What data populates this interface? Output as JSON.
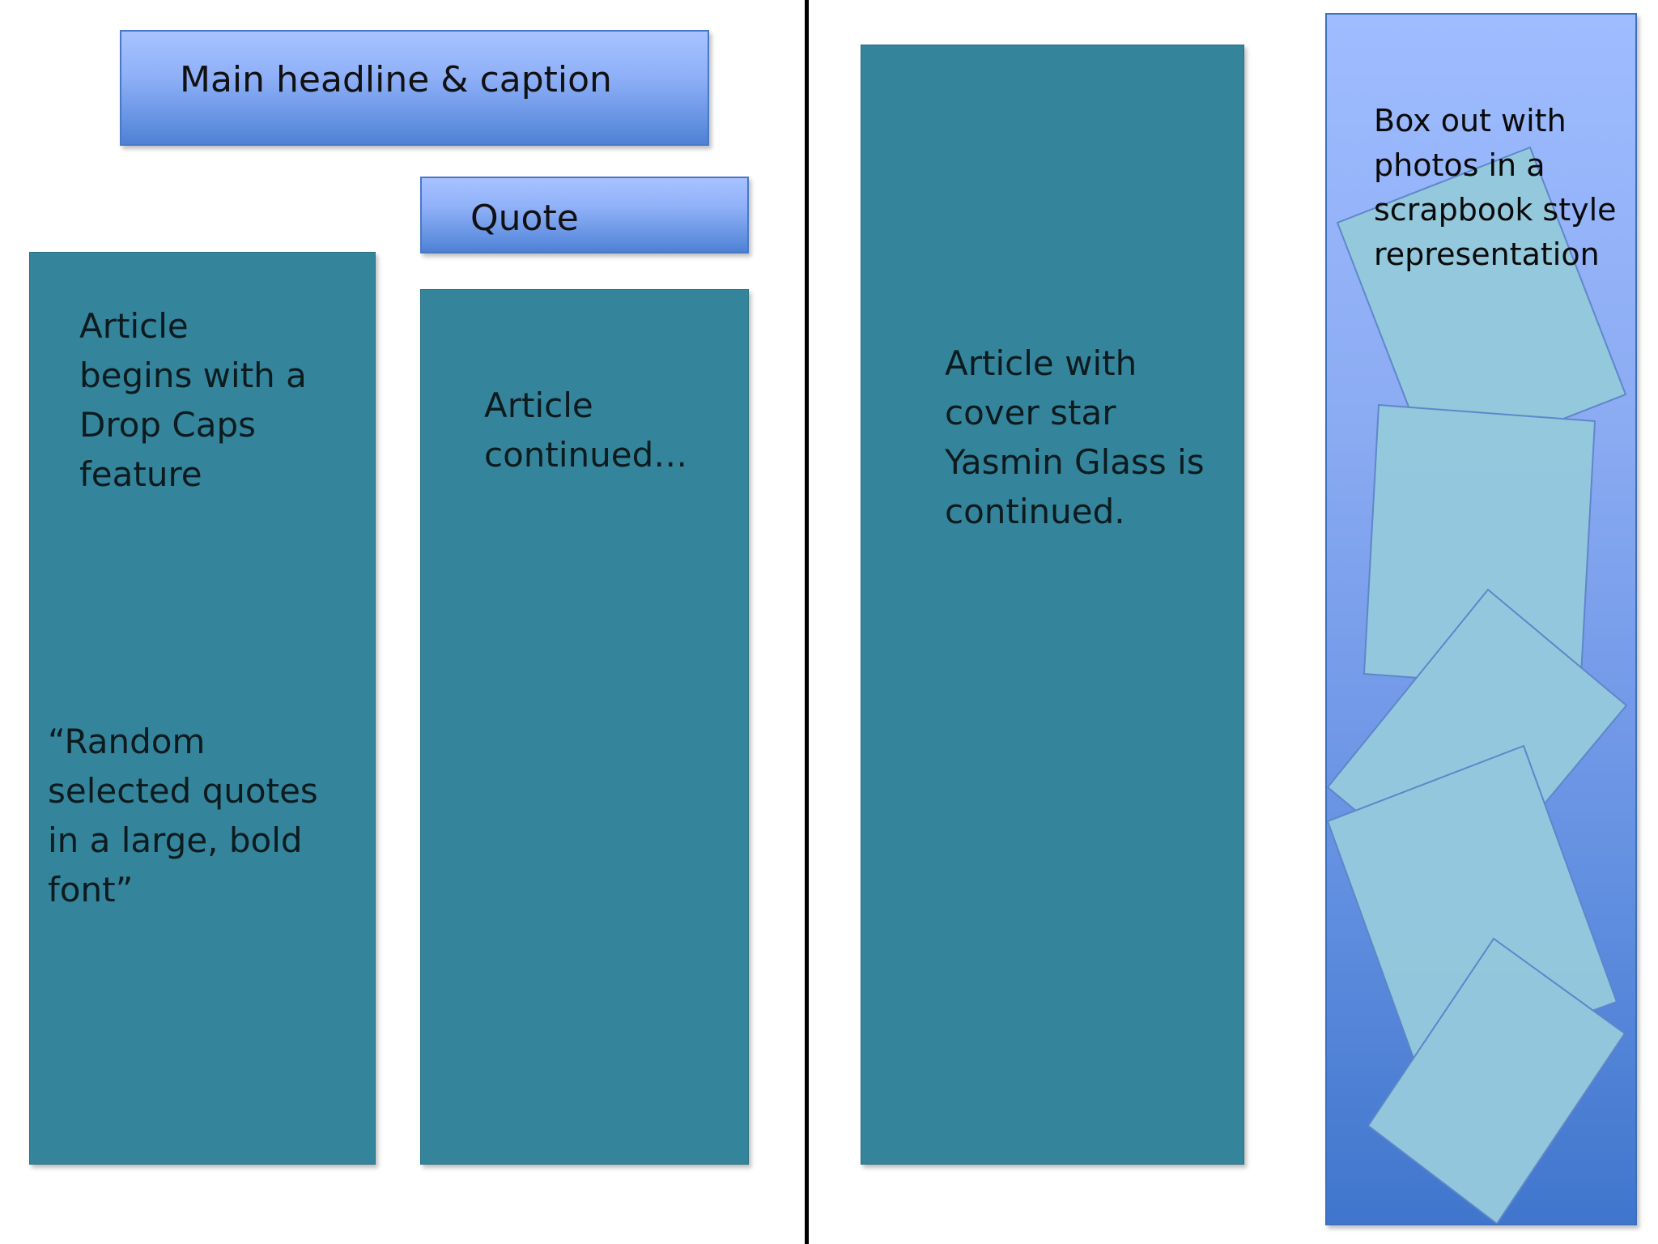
{
  "left_page": {
    "headline_box": {
      "label": "Main headline & caption"
    },
    "quote_box": {
      "label": "Quote"
    },
    "column1": {
      "intro": "Article\nbegins with a\nDrop Caps\nfeature",
      "pull_quote": "“Random\nselected quotes\nin a large, bold\nfont”"
    },
    "column2": {
      "text": "Article\ncontinued…"
    }
  },
  "right_page": {
    "column3": {
      "text": "Article with\ncover star\nYasmin Glass is\ncontinued."
    },
    "boxout": {
      "text": "Box out with\nphotos in a\nscrapbook style\nrepresentation",
      "photo_count": 5
    }
  },
  "colors": {
    "column_teal": "#34859c",
    "bar_blue": "#8fb0f8",
    "photo_fill": "#94c9dd",
    "divider": "#000000"
  }
}
